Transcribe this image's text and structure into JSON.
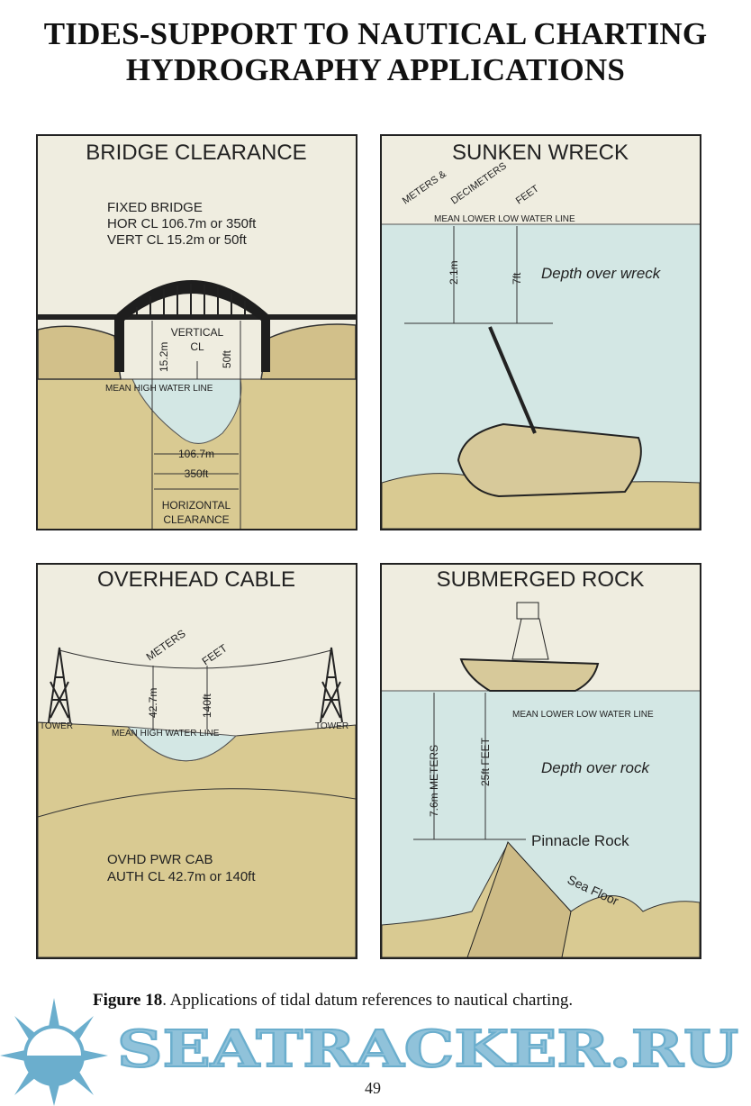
{
  "heading": {
    "line1": "TIDES-SUPPORT TO NAUTICAL CHARTING",
    "line2": "HYDROGRAPHY APPLICATIONS"
  },
  "panels": {
    "bridge": {
      "title": "BRIDGE CLEARANCE",
      "info": [
        "FIXED BRIDGE",
        "HOR CL 106.7m or 350ft",
        "VERT CL 15.2m or 50ft"
      ],
      "vertical": "VERTICAL",
      "cl": "CL",
      "m": "15.2m",
      "ft": "50ft",
      "water_line": "MEAN HIGH WATER LINE",
      "h_m": "106.7m",
      "h_ft": "350ft",
      "horizontal": "HORIZONTAL",
      "clearance": "CLEARANCE"
    },
    "wreck": {
      "title": "SUNKEN WRECK",
      "meters": "METERS &",
      "decimeters": "DECIMETERS",
      "feet": "FEET",
      "water_line": "MEAN LOWER LOW WATER LINE",
      "m": "2.1m",
      "ft": "7ft",
      "depth": "Depth over wreck"
    },
    "cable": {
      "title": "OVERHEAD CABLE",
      "meters": "METERS",
      "feet": "FEET",
      "m": "42.7m",
      "ft": "140ft",
      "tower_left": "TOWER",
      "tower_right": "TOWER",
      "water_line": "MEAN HIGH WATER LINE",
      "info": [
        "OVHD PWR CAB",
        "AUTH CL 42.7m or 140ft"
      ]
    },
    "rock": {
      "title": "SUBMERGED ROCK",
      "water_line": "MEAN LOWER LOW WATER LINE",
      "m": "7.6m METERS",
      "ft": "25ft FEET",
      "depth": "Depth over rock",
      "pinnacle": "Pinnacle Rock",
      "sea_floor": "Sea Floor"
    }
  },
  "caption": {
    "label": "Figure 18",
    "text": ".  Applications of tidal datum references to nautical charting."
  },
  "page_number": "49",
  "watermark": {
    "text": "SEATRACKER.RU",
    "color": "#5ba6c8"
  },
  "colors": {
    "paper": "#efede0",
    "ground": "#d9ca92",
    "water": "#d3e7e4",
    "ink": "#222222"
  }
}
